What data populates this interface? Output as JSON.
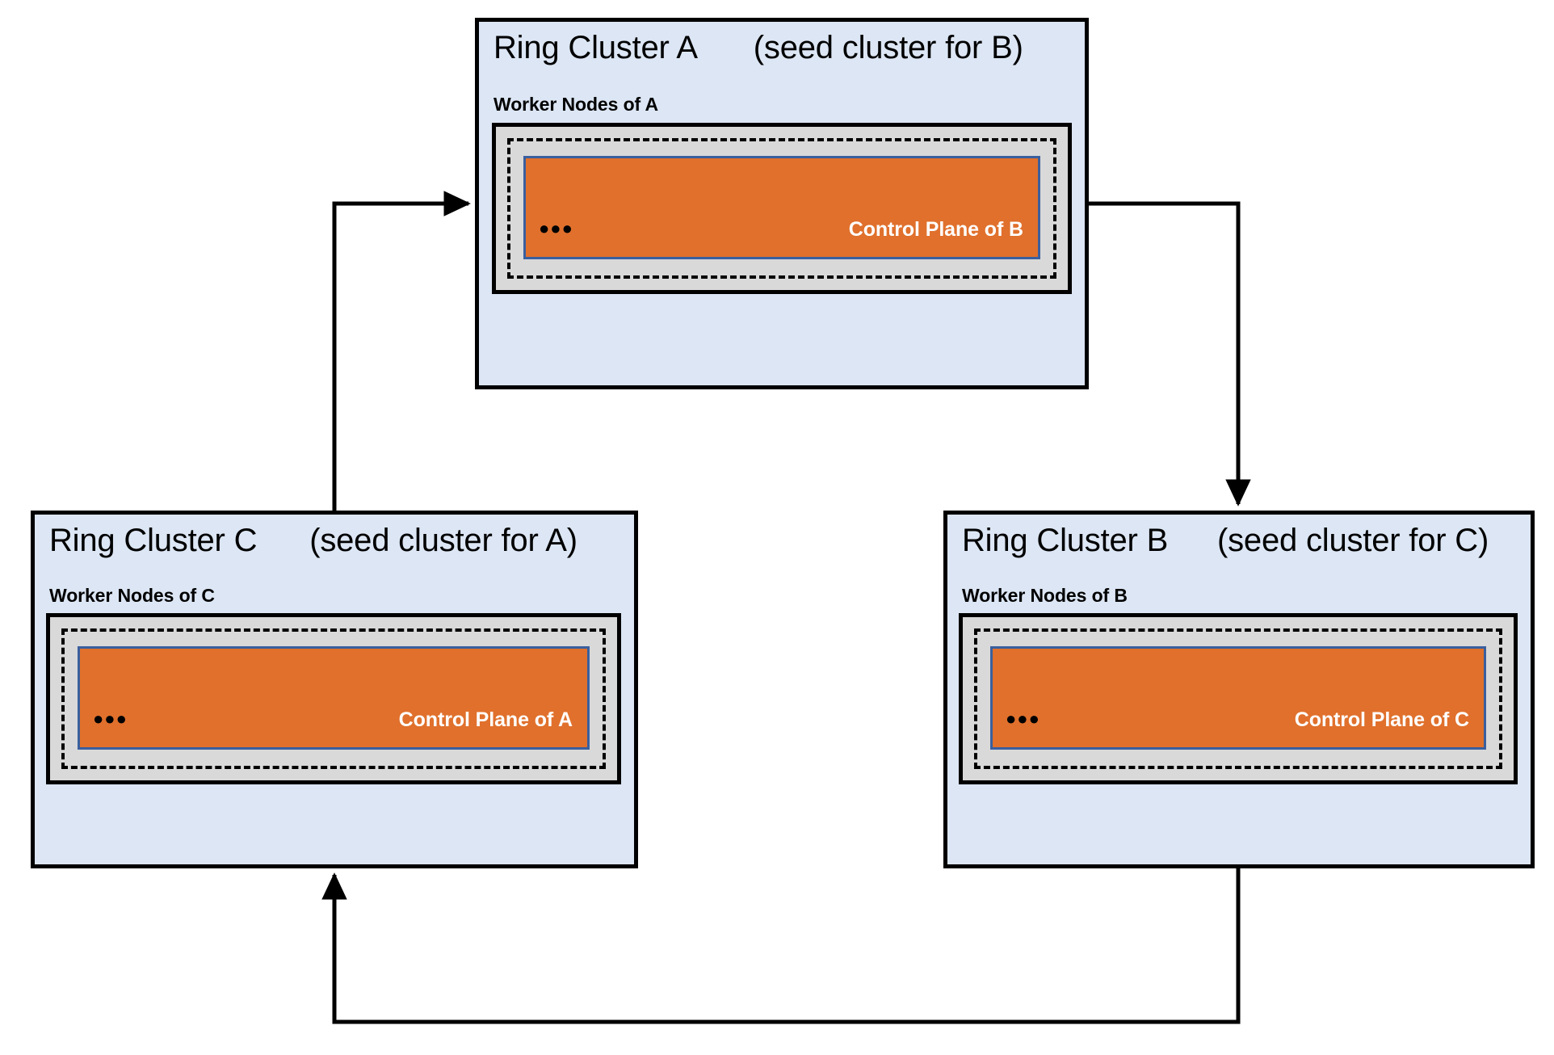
{
  "diagram": {
    "title_note": "Ring topology of Kubernetes clusters where each cluster hosts the control plane of the next",
    "colors": {
      "cluster_fill": "#dce6f4",
      "cluster_border": "#000000",
      "worker_fill": "#d9d9d9",
      "worker_border": "#000000",
      "dashed_border": "#000000",
      "control_plane_fill": "#e0702c",
      "control_plane_border": "#3a5f9e",
      "control_plane_text": "#ffffff",
      "arrow": "#000000",
      "background": "#ffffff"
    },
    "clusters": [
      {
        "id": "A",
        "title_main": "Ring Cluster A",
        "title_seed": "(seed cluster for B)",
        "worker_label": "Worker Nodes of A",
        "control_plane_label": "Control Plane of B",
        "ellipsis": "●●●"
      },
      {
        "id": "C",
        "title_main": "Ring Cluster C",
        "title_seed": "(seed cluster for A)",
        "worker_label": "Worker Nodes of C",
        "control_plane_label": "Control Plane of A",
        "ellipsis": "●●●"
      },
      {
        "id": "B",
        "title_main": "Ring Cluster B",
        "title_seed": "(seed cluster for C)",
        "worker_label": "Worker Nodes of B",
        "control_plane_label": "Control Plane of C",
        "ellipsis": "●●●"
      }
    ],
    "arrows": [
      {
        "id": "c-to-a",
        "from": "C",
        "to": "A"
      },
      {
        "id": "a-to-b",
        "from": "A",
        "to": "B"
      },
      {
        "id": "b-to-c",
        "from": "B",
        "to": "C"
      }
    ]
  }
}
